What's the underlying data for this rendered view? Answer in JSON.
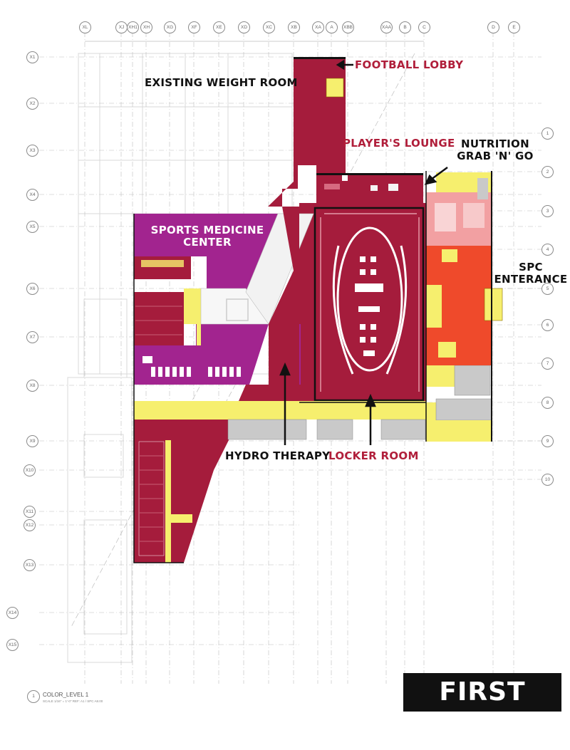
{
  "labels": {
    "football_lobby": "FOOTBALL LOBBY",
    "existing_weight_room": "EXISTING WEIGHT ROOM",
    "players_lounge": "PLAYER'S LOUNGE",
    "nutrition_line1": "NUTRITION",
    "nutrition_line2": "GRAB 'N' GO",
    "sports_medicine_line1": "SPORTS MEDICINE",
    "sports_medicine_line2": "CENTER",
    "spc_line1": "SPC",
    "spc_line2": "ENTERANCE",
    "hydro_therapy": "HYDRO THERAPY",
    "locker_room": "LOCKER ROOM"
  },
  "title_banner": "FIRST LEVEL",
  "drawing": {
    "caption": "COLOR_LEVEL 1",
    "caption_sub": "SCALE 1/16\" = 1'-0\"  REF: A1 / SPC A8.00",
    "sheet_number": "1"
  },
  "grid": {
    "columns": [
      "XL",
      "XJ",
      "XH1",
      "XH",
      "XG",
      "XF",
      "XE",
      "XD",
      "XC",
      "XB",
      "XA",
      "A",
      "XBB",
      "XAA",
      "B",
      "C",
      "D",
      "E"
    ],
    "rows_left": [
      "X1",
      "X2",
      "X3",
      "X4",
      "X5",
      "X6",
      "X7",
      "X8",
      "X9",
      "X10",
      "X11",
      "X12",
      "X13",
      "X14",
      "X15"
    ],
    "rows_right": [
      "1",
      "2",
      "3",
      "4",
      "5",
      "6",
      "7",
      "8",
      "9",
      "10"
    ]
  },
  "colors": {
    "crimson": "#a51c3c",
    "magenta": "#a2248f",
    "yellow": "#f6ef6e",
    "orange": "#ef4a2b",
    "salmon": "#f2a0a2",
    "grey": "#c9c9c9",
    "label_red": "#b01e3a"
  }
}
